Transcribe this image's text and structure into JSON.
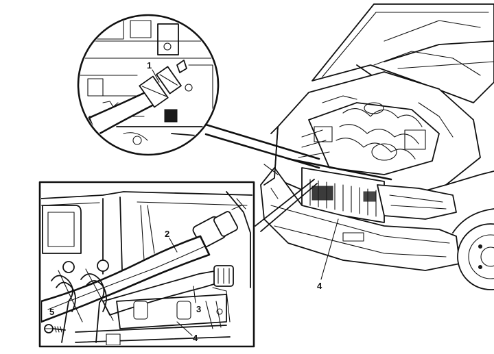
{
  "diagram": {
    "callouts": {
      "c1": "1",
      "c2": "2",
      "c3": "3",
      "c4a": "4",
      "c4b": "4",
      "c5": "5"
    },
    "colors": {
      "ink": "#111111",
      "paper": "#ffffff"
    }
  }
}
